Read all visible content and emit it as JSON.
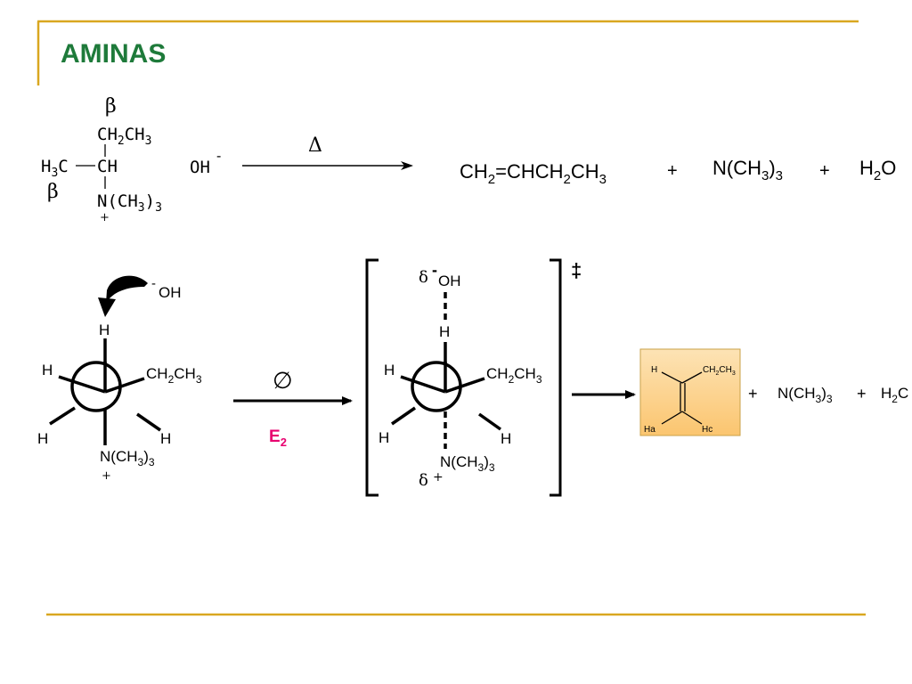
{
  "colors": {
    "gold": "#D9A720",
    "title_green": "#1E7A3A",
    "accent_pink": "#E8006F",
    "product_box_fill": "#FBD08E",
    "product_box_border": "#C9A24A"
  },
  "slide": {
    "title": "AMINAS"
  },
  "reaction1": {
    "beta": "β",
    "ethyl_ch2": "CH",
    "ethyl_ch2_sub": "2",
    "ethyl_ch3": "CH",
    "ethyl_ch3_sub": "3",
    "methyl_h": "H",
    "methyl_sub": "3",
    "methyl_c": "C",
    "center_ch": "CH",
    "amine_n": "N",
    "amine_group": "(CH",
    "amine_sub": "3",
    "amine_close": ")",
    "amine_close_sub": "3",
    "amine_charge": "+",
    "hydroxide": "OH",
    "hydroxide_charge": "-",
    "heat": "Δ",
    "product_alkene_1": "CH",
    "product_alkene_sub1": "2",
    "product_alkene_2": "=CHCH",
    "product_alkene_sub2": "2",
    "product_alkene_3": "CH",
    "product_alkene_sub3": "3",
    "plus": "+",
    "product_amine_1": "N(CH",
    "product_amine_sub1": "3",
    "product_amine_2": ")",
    "product_amine_sub2": "3",
    "product_water_1": "H",
    "product_water_sub": "2",
    "product_water_2": "O"
  },
  "newman_reactant": {
    "oh_charge": "-",
    "oh": "OH",
    "h_top": "H",
    "h_left": "H",
    "h_lower_left": "H",
    "h_lower_right": "H",
    "ch2ch3_1": "CH",
    "ch2ch3_sub1": "2",
    "ch2ch3_2": "CH",
    "ch2ch3_sub2": "3",
    "n_group_1": "N(CH",
    "n_group_sub1": "3",
    "n_group_2": ")",
    "n_group_sub2": "3",
    "n_charge": "+"
  },
  "mechanism_arrow": {
    "symbol": "∅",
    "label": "E",
    "label_sub": "2"
  },
  "transition_state": {
    "delta_minus": "δ",
    "minus": "-",
    "oh": "OH",
    "h_top": "H",
    "h_left": "H",
    "h_lower_left": "H",
    "h_lower_right": "H",
    "ch2ch3_1": "CH",
    "ch2ch3_sub1": "2",
    "ch2ch3_2": "CH",
    "ch2ch3_sub2": "3",
    "n_group_1": "N(CH",
    "n_group_sub1": "3",
    "n_group_2": ")",
    "n_group_sub2": "3",
    "delta_plus": "δ",
    "plus": "+",
    "double_dagger": "‡"
  },
  "product_box": {
    "h_top": "H",
    "ch2ch3_1": "CH",
    "ch2ch3_sub1": "2",
    "ch2ch3_2": "CH",
    "ch2ch3_sub2": "3",
    "ha": "Ha",
    "hc": "Hc"
  },
  "products2": {
    "plus": "+",
    "amine_1": "N(CH",
    "amine_sub1": "3",
    "amine_2": ")",
    "amine_sub2": "3",
    "water_1": "H",
    "water_sub": "2",
    "water_2": "C"
  }
}
